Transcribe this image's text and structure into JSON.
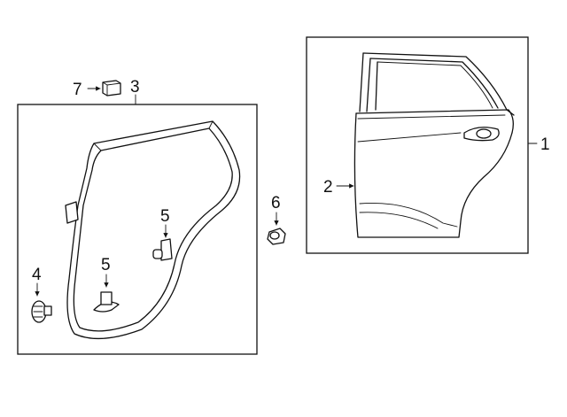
{
  "diagram": {
    "callouts": {
      "door_assembly": "1",
      "door_shell": "2",
      "weatherstrip": "3",
      "plug_left": "4",
      "clip_upper": "5",
      "clip_lower": "5",
      "bumper": "6",
      "retainer_clip": "7"
    },
    "colors": {
      "line": "#111111",
      "background": "#ffffff"
    }
  }
}
